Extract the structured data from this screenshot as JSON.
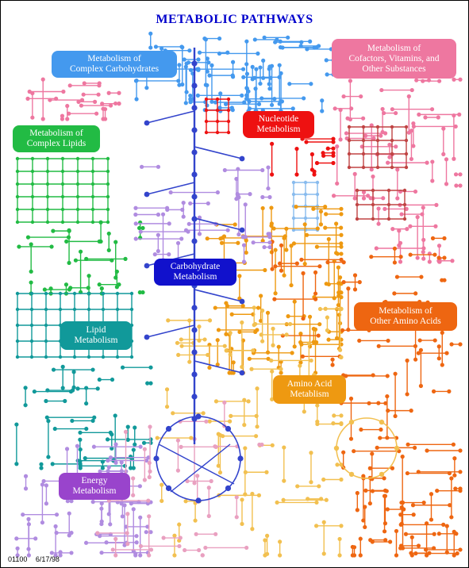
{
  "title": "METABOLIC PATHWAYS",
  "categories": [
    {
      "key": "complex_carbohydrates",
      "lines": [
        "Metabolism of",
        "Complex Carbohydrates"
      ],
      "color": "#4499ee"
    },
    {
      "key": "cofactors",
      "lines": [
        "Metabolism of",
        "Cofactors, Vitamins, and",
        "Other Substances"
      ],
      "color": "#ee77a0"
    },
    {
      "key": "complex_lipids",
      "lines": [
        "Metabolism of",
        "Complex Lipids"
      ],
      "color": "#22bb44"
    },
    {
      "key": "nucleotide",
      "lines": [
        "Nucleotide",
        "Metabolism"
      ],
      "color": "#ee1111"
    },
    {
      "key": "carbohydrate",
      "lines": [
        "Carbohydrate",
        "Metabolism"
      ],
      "color": "#1111cc"
    },
    {
      "key": "other_amino_acids",
      "lines": [
        "Metabolism of",
        "Other Amino Acids"
      ],
      "color": "#ee6611"
    },
    {
      "key": "lipid",
      "lines": [
        "Lipid",
        "Metabolism"
      ],
      "color": "#11999a"
    },
    {
      "key": "amino_acid",
      "lines": [
        "Amino Acid",
        "Metablism"
      ],
      "color": "#ee9911"
    },
    {
      "key": "energy",
      "lines": [
        "Energy",
        "Metabolism"
      ],
      "color": "#9944cc"
    }
  ],
  "footer": {
    "map_id": "01100",
    "date": "6/17/98"
  }
}
